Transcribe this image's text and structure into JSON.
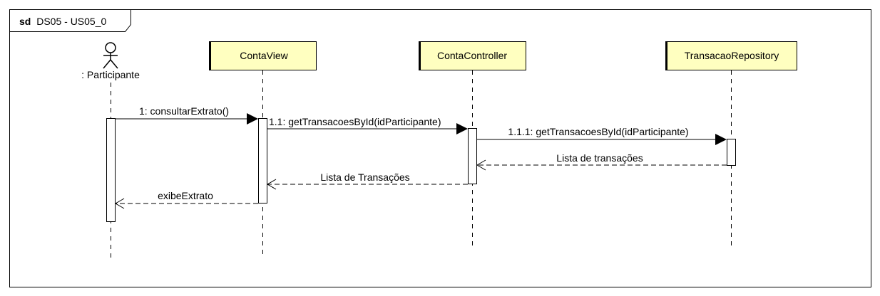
{
  "frame": {
    "keyword": "sd",
    "name": "DS05 - US05_0"
  },
  "actor": {
    "label": ": Participante"
  },
  "lifelines": [
    {
      "label": "ContaView"
    },
    {
      "label": "ContaController"
    },
    {
      "label": "TransacaoRepository"
    }
  ],
  "messages": [
    {
      "label": "1: consultarExtrato()",
      "kind": "sync"
    },
    {
      "label": "1.1: getTransacoesById(idParticipante)",
      "kind": "sync"
    },
    {
      "label": "1.1.1: getTransacoesById(idParticipante)",
      "kind": "sync"
    },
    {
      "label": "Lista de transações",
      "kind": "reply"
    },
    {
      "label": "Lista de Transações",
      "kind": "reply"
    },
    {
      "label": "exibeExtrato",
      "kind": "reply"
    }
  ],
  "colors": {
    "lifeline_box_fill": "#ffffc0",
    "lifeline_box_stroke": "#000000",
    "line": "#000000",
    "background": "#ffffff"
  }
}
